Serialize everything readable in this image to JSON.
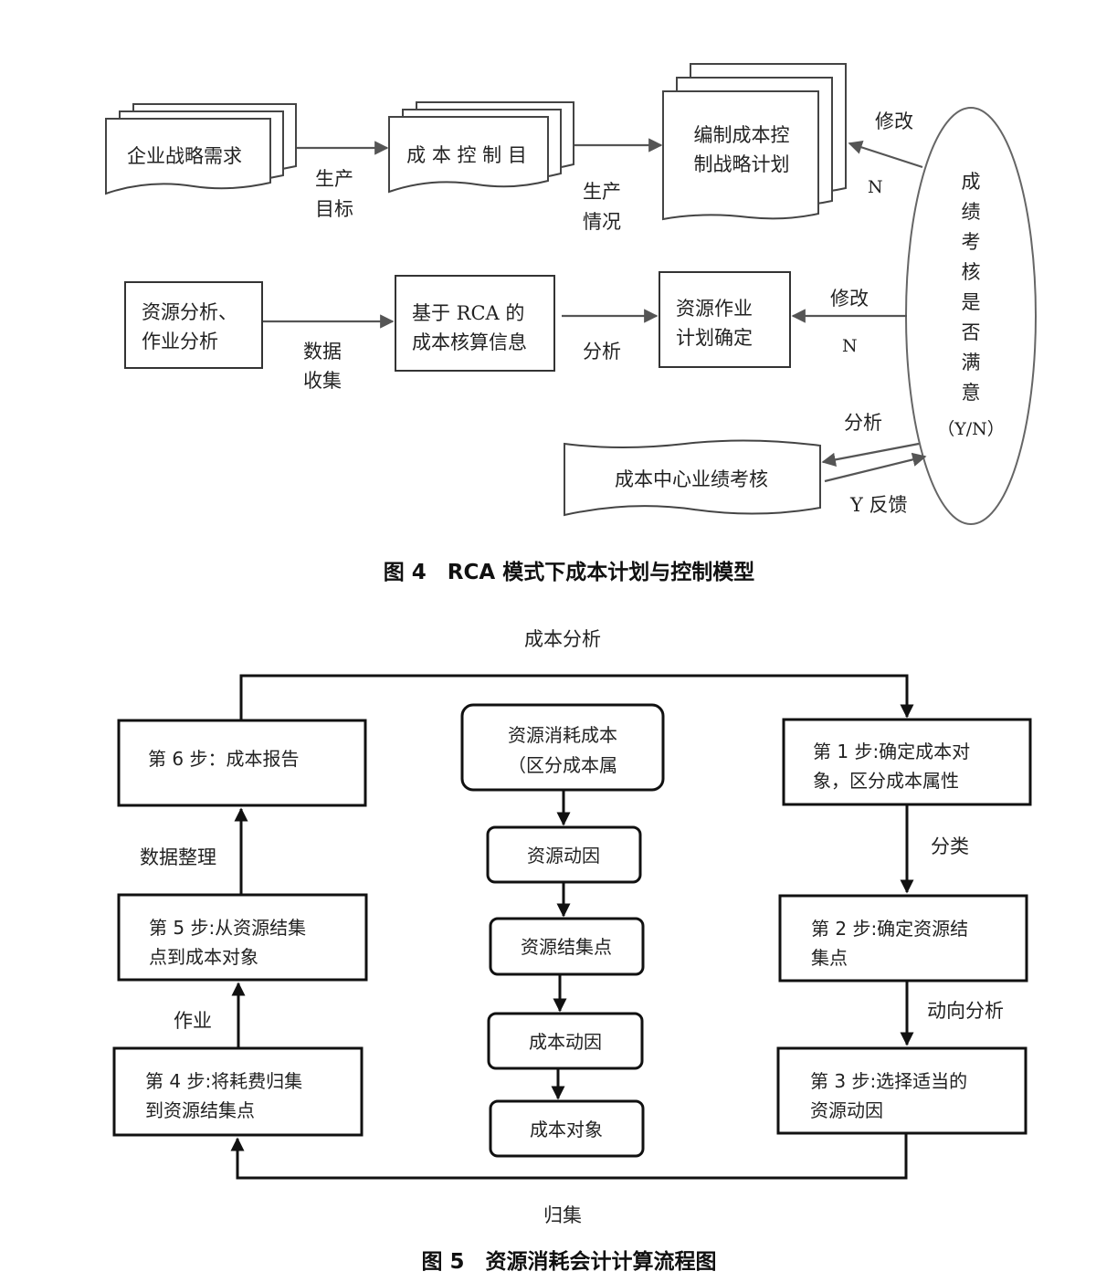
{
  "figure4": {
    "caption": "图 4　RCA 模式下成本计划与控制模型",
    "strategy_demand": "企业战略需求",
    "cost_control_target": "成 本 控 制 目",
    "plan_line1": "编制成本控",
    "plan_line2": "制战略计划",
    "resource_analysis_line1": "资源分析、",
    "resource_analysis_line2": "作业分析",
    "rca_info_line1": "基于 RCA 的",
    "rca_info_line2": "成本核算信息",
    "resource_plan_line1": "资源作业",
    "resource_plan_line2": "计划确定",
    "performance_review": "成本中心业绩考核",
    "ellipse_chars": [
      "成",
      "绩",
      "考",
      "核",
      "是",
      "否",
      "满",
      "意"
    ],
    "ellipse_yn": "（Y/N）",
    "label_production_target_1": "生产",
    "label_production_target_2": "目标",
    "label_production_status_1": "生产",
    "label_production_status_2": "情况",
    "label_modify_top": "修改",
    "label_n_top": "N",
    "label_data_collect_1": "数据",
    "label_data_collect_2": "收集",
    "label_analysis_mid": "分析",
    "label_modify_mid": "修改",
    "label_n_mid": "N",
    "label_analysis_bottom": "分析",
    "label_y_feedback": "Y 反馈"
  },
  "figure5": {
    "caption": "图 5　资源消耗会计计算流程图",
    "top_label": "成本分析",
    "bottom_label": "归集",
    "step6": "第 6 步：成本报告",
    "step5_line1": "第 5 步:从资源结集",
    "step5_line2": "点到成本对象",
    "step4_line1": "第 4 步:将耗费归集",
    "step4_line2": "到资源结集点",
    "step1_line1": "第 1 步:确定成本对",
    "step1_line2": "象，区分成本属性",
    "step2_line1": "第 2 步:确定资源结",
    "step2_line2": "集点",
    "step3_line1": "第 3 步:选择适当的",
    "step3_line2": "资源动因",
    "center_top_line1": "资源消耗成本",
    "center_top_line2": "（区分成本属",
    "center_resource_driver": "资源动因",
    "center_resource_pool": "资源结集点",
    "center_cost_driver": "成本动因",
    "center_cost_object": "成本对象",
    "label_data_arrange": "数据整理",
    "label_activity": "作业",
    "label_classify": "分类",
    "label_trend_analysis": "动向分析"
  }
}
